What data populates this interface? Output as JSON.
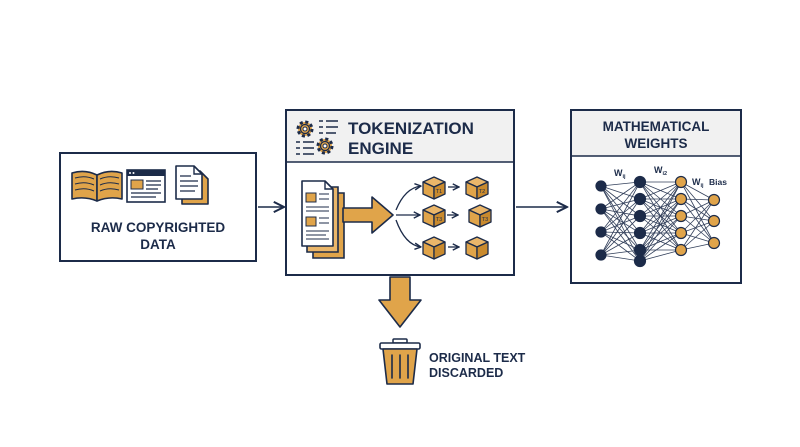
{
  "colors": {
    "navy": "#1c2b49",
    "orange": "#e0a44a",
    "orange_dark": "#c98a2e",
    "header_bg": "#f1f1f1",
    "panel_fill": "#ffffff"
  },
  "raw": {
    "title_line1": "RAW COPYRIGHTED",
    "title_line2": "DATA",
    "icons": [
      "open-book-icon",
      "web-page-icon",
      "document-icon"
    ]
  },
  "engine": {
    "title_line1": "TOKENIZATION",
    "title_line2": "ENGINE",
    "header_icon": "gears-list-icon",
    "tokens": [
      "T1",
      "T2",
      "T3",
      "T3"
    ]
  },
  "weights": {
    "title_line1": "MATHEMATICAL",
    "title_line2": "WEIGHTS",
    "labels": {
      "w1": "W",
      "w1_sub": "ij",
      "w2": "W",
      "w2_sub": "i2",
      "w3": "W",
      "w3_sub": "ij",
      "bias": "Bias"
    }
  },
  "discard": {
    "line1": "ORIGINAL TEXT",
    "line2": "DISCARDED",
    "icon": "trash-can-icon"
  }
}
